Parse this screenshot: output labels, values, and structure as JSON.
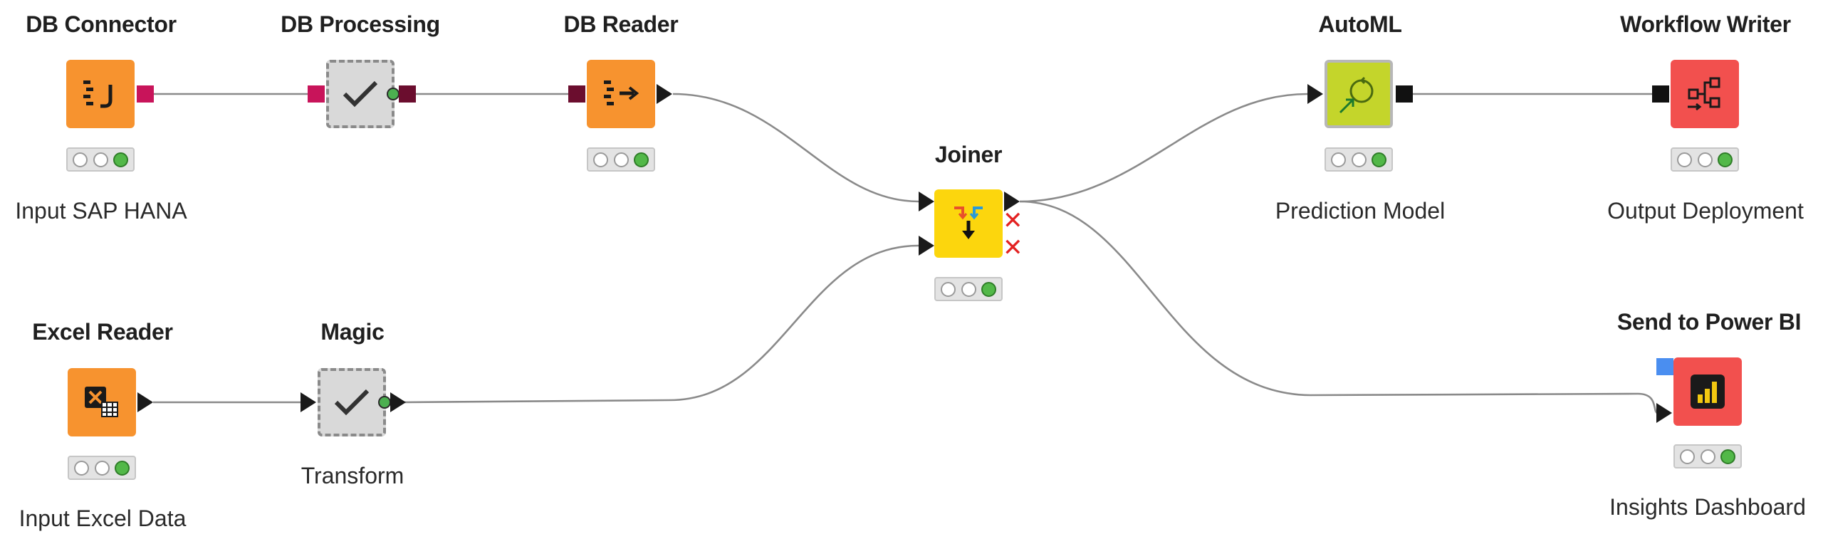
{
  "nodes": {
    "db_connector": {
      "title": "DB Connector",
      "label": "Input SAP HANA",
      "icon": "db-connector-icon",
      "color": "#f7932f"
    },
    "db_processing": {
      "title": "DB Processing",
      "label": "",
      "icon": "checkmark-icon",
      "color": "#d9d9d9"
    },
    "db_reader": {
      "title": "DB Reader",
      "label": "",
      "icon": "db-reader-icon",
      "color": "#f7932f"
    },
    "joiner": {
      "title": "Joiner",
      "label": "",
      "icon": "joiner-icon",
      "color": "#fcd60d"
    },
    "automl": {
      "title": "AutoML",
      "label": "Prediction Model",
      "icon": "automl-icon",
      "color": "#c4d52b"
    },
    "workflow_writer": {
      "title": "Workflow Writer",
      "label": "Output Deployment",
      "icon": "workflow-writer-icon",
      "color": "#f2504e"
    },
    "excel_reader": {
      "title": "Excel Reader",
      "label": "Input Excel Data",
      "icon": "excel-reader-icon",
      "color": "#f7932f"
    },
    "magic": {
      "title": "Magic",
      "label": "Transform",
      "icon": "checkmark-icon",
      "color": "#d9d9d9"
    },
    "send_power_bi": {
      "title": "Send to Power BI",
      "label": "Insights Dashboard",
      "icon": "power-bi-icon",
      "color": "#f2504e"
    }
  },
  "colors": {
    "db_port": "#c8145a",
    "db_port_dark": "#6b0d2e",
    "model_port": "#111111",
    "power_bi_port": "#4a8ef0",
    "status_green": "#52b848",
    "wire": "#8a8a8a"
  }
}
